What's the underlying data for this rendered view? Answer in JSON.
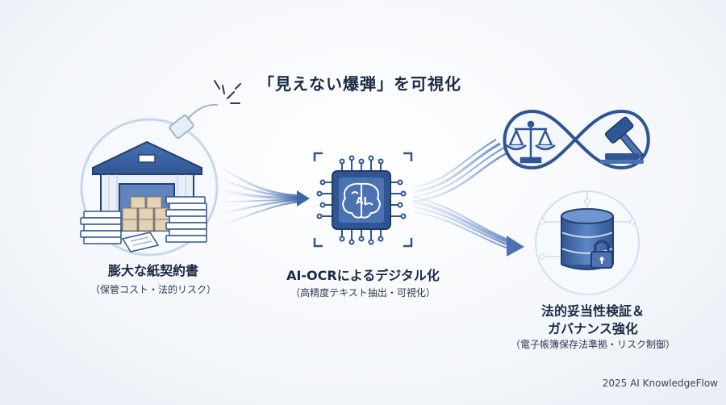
{
  "title": "「見えない爆弾」を可視化",
  "stages": {
    "paper": {
      "label": "膨大な紙契約書",
      "sub": "（保管コスト・法的リスク）"
    },
    "ocr": {
      "label": "AI-OCRによるデジタル化",
      "sub": "（高精度テキスト抽出・可視化）",
      "chip_text": "AI"
    },
    "legal": {
      "label_line1": "法的妥当性検証＆",
      "label_line2": "ガバナンス強化",
      "sub": "（電子帳簿保存法準拠・リスク制御）"
    }
  },
  "credit": "2025 AI KnowledgeFlow",
  "colors": {
    "primary": "#3f67a8",
    "dark": "#24406e",
    "light": "#cfdcef",
    "accent": "#6f95cf"
  },
  "icons": [
    "bomb-fuse-icon",
    "warehouse-icon",
    "paper-stack-icon",
    "ai-chip-icon",
    "brain-icon",
    "scales-icon",
    "gavel-icon",
    "database-icon",
    "lock-icon"
  ]
}
